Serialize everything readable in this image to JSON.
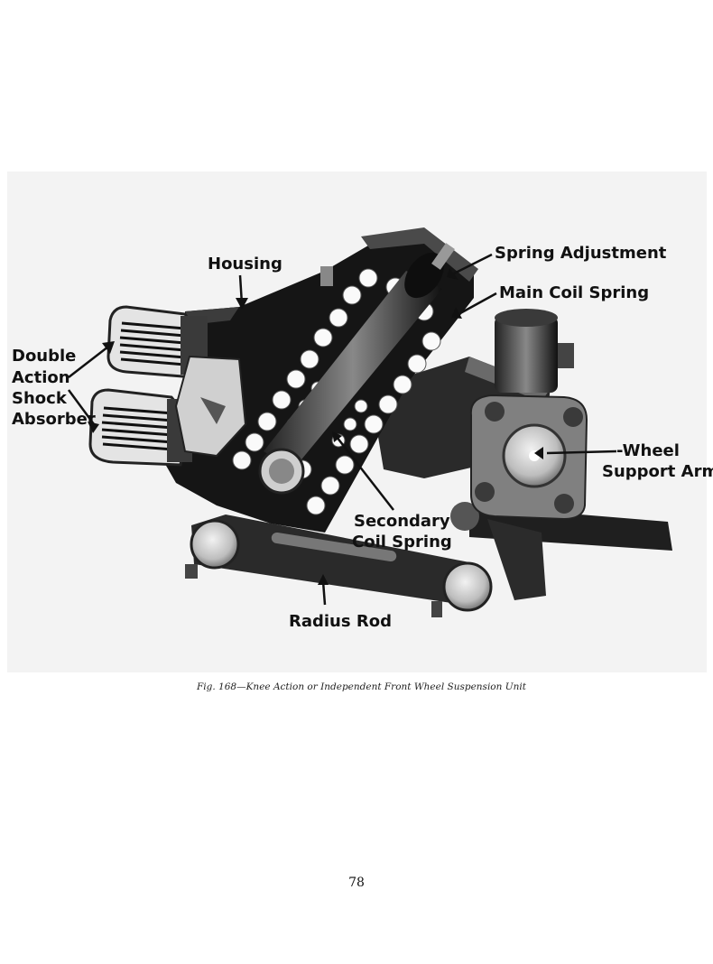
{
  "figure": {
    "labels": {
      "housing": "Housing",
      "spring_adjustment": "Spring Adjustment",
      "main_coil_spring": "Main Coil Spring",
      "double": "Double",
      "action": "Action",
      "shock": "Shock",
      "absorber": "Absorber",
      "wheel": "-Wheel",
      "support_arm": "Support Arm",
      "secondary": "Secondary",
      "coil_spring": "Coil Spring",
      "radius_rod": "Radius Rod"
    },
    "caption": "Fig. 168—Knee Action or Independent Front Wheel Suspension Unit"
  },
  "page_number": "78"
}
